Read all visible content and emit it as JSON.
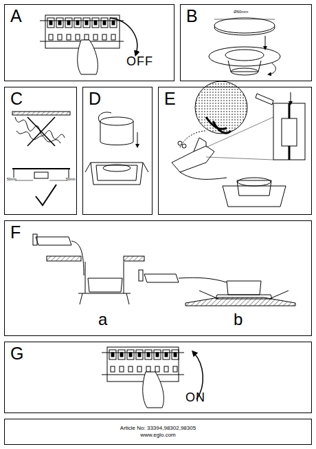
{
  "diagram": {
    "nodes": [
      {
        "text": [
          "A"
        ]
      },
      {
        "text": [
          "B"
        ]
      },
      {
        "text": [
          "C"
        ]
      },
      {
        "text": [
          "D"
        ]
      },
      {
        "text": [
          "E"
        ]
      },
      {
        "text": [
          "F"
        ]
      },
      {
        "text": [
          "G"
        ]
      },
      {
        "text": [
          "Article No: 33394,98302,98305",
          "www.eglo.com"
        ]
      }
    ],
    "labels": [
      "OFF",
      "Ø60mm",
      "50mm",
      "50mm",
      "a",
      "b",
      "ON"
    ]
  }
}
